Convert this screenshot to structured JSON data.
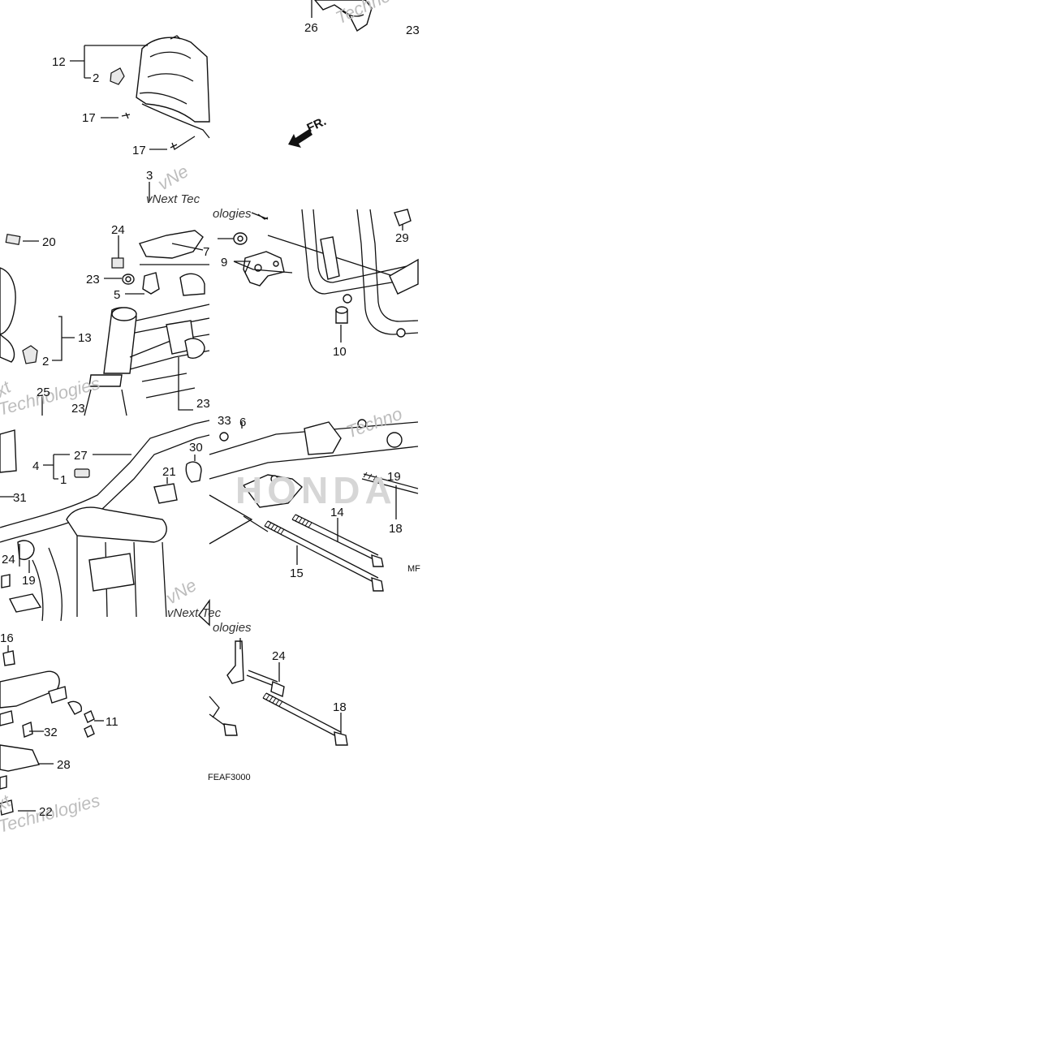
{
  "diagram": {
    "drawing_code": "FEAF3000",
    "drawing_code_partial": "MF",
    "direction_label": "FR.",
    "brand_watermark": "HONDA",
    "watermarks": [
      "vNext Tec",
      "Techno",
      "Technologies",
      "ologies",
      "xt",
      "vNe"
    ],
    "callouts": [
      "26",
      "23",
      "12",
      "2",
      "17",
      "17",
      "3",
      "20",
      "24",
      "7",
      "29",
      "23",
      "9",
      "5",
      "13",
      "2",
      "10",
      "25",
      "23",
      "23",
      "33",
      "6",
      "19",
      "27",
      "30",
      "4",
      "1",
      "21",
      "31",
      "18",
      "14",
      "24",
      "19",
      "15",
      "16",
      "24",
      "11",
      "32",
      "18",
      "28",
      "22"
    ]
  }
}
